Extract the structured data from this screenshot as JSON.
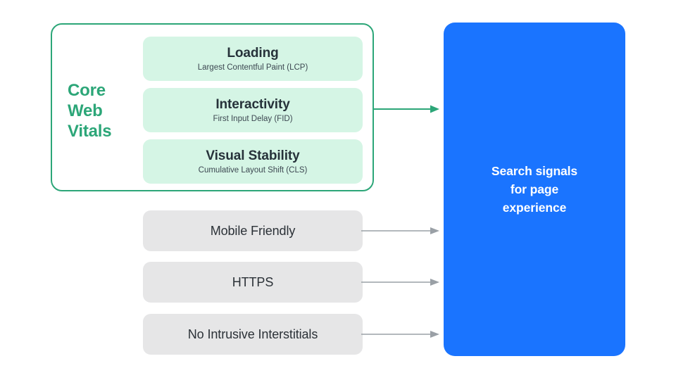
{
  "diagram": {
    "title": "Core Web Vitals and search signals for page experience",
    "colors": {
      "green_accent": "#2CA678",
      "mint_card": "#D5F5E5",
      "gray_card": "#E6E6E7",
      "blue_box": "#1A74FF",
      "arrow_gray": "#9AA0A6",
      "text_dark": "#26323A",
      "page_background": "#FFFFFF"
    }
  },
  "core_web_vitals": {
    "group_label": "Core\nWeb\nVitals",
    "metrics": [
      {
        "title": "Loading",
        "subtitle": "Largest Contentful Paint (LCP)",
        "abbr": "LCP"
      },
      {
        "title": "Interactivity",
        "subtitle": "First Input Delay (FID)",
        "abbr": "FID"
      },
      {
        "title": "Visual Stability",
        "subtitle": "Cumulative Layout Shift (CLS)",
        "abbr": "CLS"
      }
    ]
  },
  "other_signals": [
    {
      "label": "Mobile Friendly"
    },
    {
      "label": "HTTPS"
    },
    {
      "label": "No Intrusive Interstitials"
    }
  ],
  "destination": {
    "label": "Search signals\nfor page\nexperience"
  },
  "connectors": [
    {
      "name": "core-web-vitals-to-search-signals",
      "color": "#2CA678"
    },
    {
      "name": "mobile-friendly-to-search-signals",
      "color": "#9AA0A6"
    },
    {
      "name": "https-to-search-signals",
      "color": "#9AA0A6"
    },
    {
      "name": "no-intrusive-interstitials-to-search-signals",
      "color": "#9AA0A6"
    }
  ]
}
